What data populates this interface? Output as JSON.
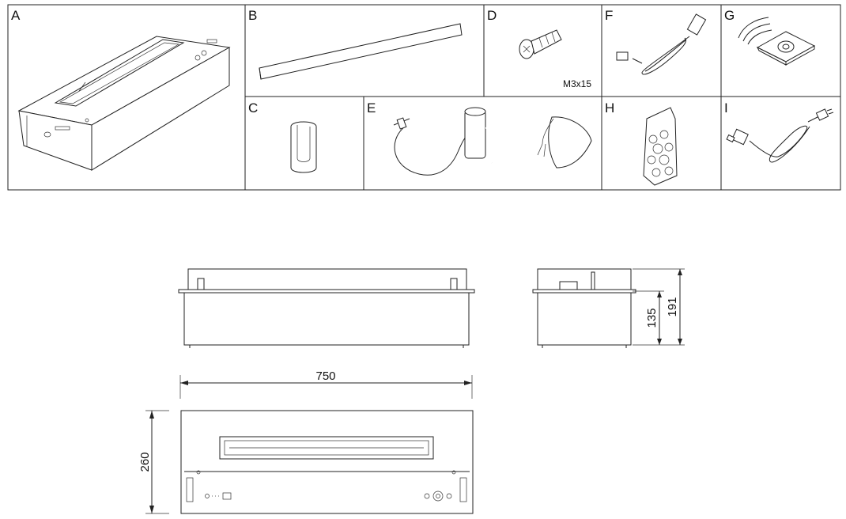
{
  "parts": [
    {
      "letter": "A",
      "icon": "burner-unit-icon"
    },
    {
      "letter": "B",
      "icon": "cover-strip-icon"
    },
    {
      "letter": "D",
      "icon": "screw-icon",
      "note": "M3x15"
    },
    {
      "letter": "F",
      "icon": "usb-cable-icon"
    },
    {
      "letter": "G",
      "icon": "remote-control-icon"
    },
    {
      "letter": "C",
      "icon": "bracket-icon"
    },
    {
      "letter": "E",
      "icon": "fuel-pump-kit-icon"
    },
    {
      "letter": "H",
      "icon": "decorative-stones-bag-icon"
    },
    {
      "letter": "I",
      "icon": "power-cord-icon"
    }
  ],
  "dimensions": {
    "width": "750",
    "depth": "260",
    "body_height": "135",
    "total_height": "191"
  }
}
